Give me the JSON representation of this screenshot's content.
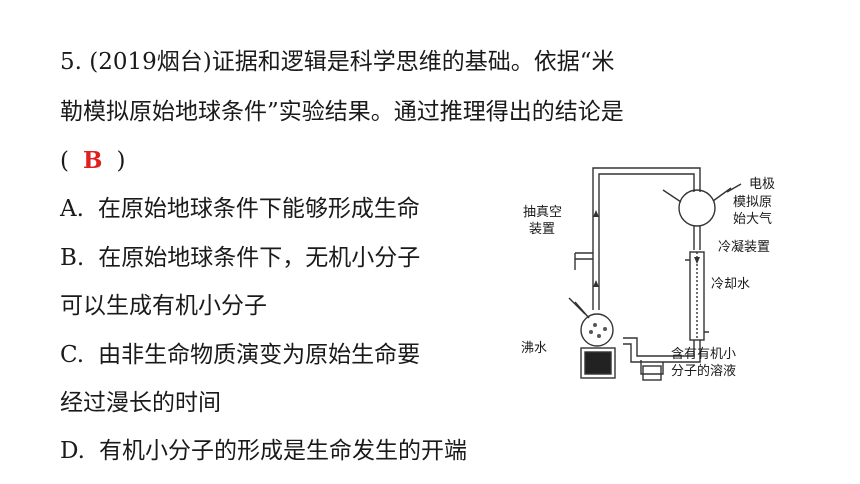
{
  "question": {
    "line1": "5.  (2019烟台)证据和逻辑是科学思维的基础。依据“米",
    "line2": "勒模拟原始地球条件”实验结果。通过推理得出的结论是",
    "paren_open": "(",
    "answer": "B",
    "paren_close": ")"
  },
  "options": {
    "a_letter": "A.",
    "a_text": "在原始地球条件下能够形成生命",
    "b_letter": "B.",
    "b_text1": "在原始地球条件下，无机小分子",
    "b_text2": "可以生成有机小分子",
    "c_letter": "C.",
    "c_text1": "由非生命物质演变为原始生命要",
    "c_text2": "经过漫长的时间",
    "d_letter": "D.",
    "d_text": "有机小分子的形成是生命发生的开端"
  },
  "diagram": {
    "vacuum_1": "抽真空",
    "vacuum_2": "装置",
    "electrode": "电极",
    "atmos_1": "模拟原",
    "atmos_2": "始大气",
    "condenser": "冷凝装置",
    "cooling": "冷却水",
    "boiling": "沸水",
    "solution_1": "含有有机小",
    "solution_2": "分子的溶液"
  },
  "colors": {
    "answer": "#e02020",
    "text": "#1a1a1a"
  }
}
